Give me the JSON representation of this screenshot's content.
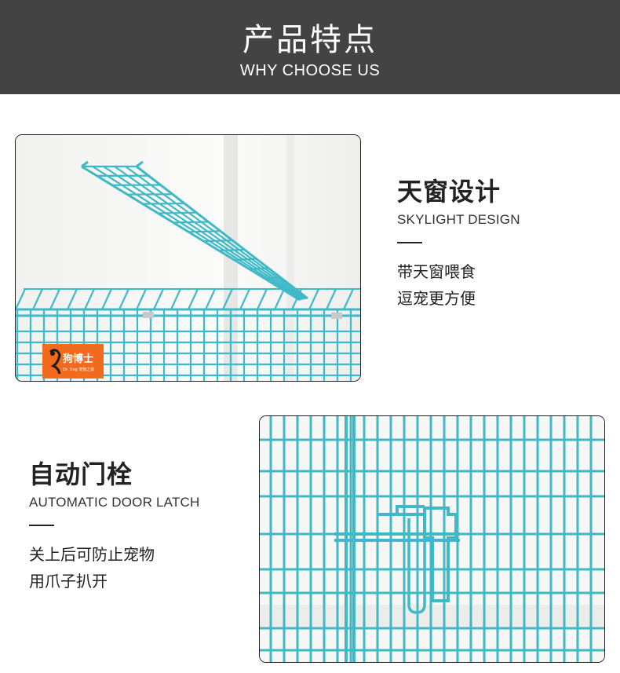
{
  "header": {
    "title": "产品特点",
    "subtitle": "WHY CHOOSE US"
  },
  "features": [
    {
      "title": "天窗设计",
      "subtitle": "SKYLIGHT DESIGN",
      "desc_lines": [
        "带天窗喂食",
        "逗宠更方便"
      ]
    },
    {
      "title": "自动门栓",
      "subtitle": "AUTOMATIC DOOR LATCH",
      "desc_lines": [
        "关上后可防止宠物",
        "用爪子扒开"
      ]
    }
  ],
  "brand_badge": {
    "name": "狗博士",
    "tagline": "Dr. Dog 宠物之家"
  },
  "colors": {
    "header_bg": "#434343",
    "cage_wire": "#3fb9c7",
    "badge": "#f26a1b"
  }
}
